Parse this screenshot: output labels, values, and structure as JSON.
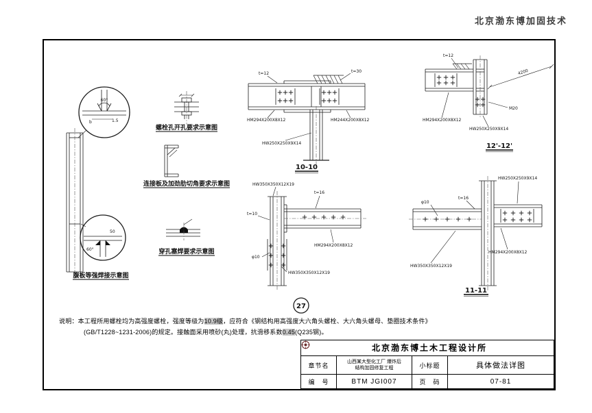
{
  "header": {
    "watermark": "北京渤东博加固技术"
  },
  "weld_panel": {
    "caption": "腹板等强焊接示意图",
    "detail_top": {
      "angle": "60°",
      "width": "b",
      "gap": "1.5"
    },
    "detail_bottom": {
      "length": "50",
      "angle": "60°"
    }
  },
  "requirement_panels": {
    "bolt_hole_caption": "螺栓孔开孔要求示意图",
    "plate_corner_caption": "连接板及加劲肋切角要求示意图",
    "plug_weld_caption": "穿孔塞焊要求示意图"
  },
  "section_10_10": {
    "title": "10-10",
    "dim_left": "t=12",
    "dim_right": "t=30",
    "left_beam": "HM294X200X8X12",
    "right_beam": "HM244X200X8X12",
    "column": "HW250X250X9X14"
  },
  "section_12_12": {
    "title": "12'-12'",
    "diag_dim": "4200",
    "dim_top": "t=12",
    "bolt_label": "M20",
    "beam": "HM294X200X8X12",
    "column": "HW250X250X9X14"
  },
  "section_splice": {
    "upper_column": "HW350X350X12X19",
    "plate_dim": "t=16",
    "stiffener_dim": "t=10",
    "hole_dim": "φ10",
    "beam": "HM294X200X8X12",
    "lower_column": "HW350X350X12X19"
  },
  "section_11_11": {
    "title": "11-11",
    "top_beam": "HW250X250X9X14",
    "plate_dim": "t=16",
    "right_beam": "HM294X200X8X12",
    "column": "HW350X350X12X19",
    "hole_dim": "φ10"
  },
  "callout": {
    "number": "27"
  },
  "notes": {
    "line1_a": "说明：本工程所用螺栓均为高强度螺栓，强度等级为",
    "line1_hl": "10.9级",
    "line1_b": "，应符合《钢结构用高强度大六角头螺栓、大六角头螺母、垫圈技术条件》",
    "line2_a": "(GB/T1228~1231-2006)的规定。接触面采用喷砂(丸)处理，抗滑移系数",
    "line2_hl": "0.45",
    "line2_b": "(Q235钢)。"
  },
  "title_block": {
    "company": "北京渤东博土木工程设计所",
    "chapter_label": "章节名",
    "chapter_line1": "山西某大型化工厂 爆炸后",
    "chapter_line2": "结构加固修复工程",
    "subtitle_label": "小标题",
    "subtitle_value": "具体做法详图",
    "number_label": "编　号",
    "number_value": "BTM JGI007",
    "page_label": "页　码",
    "page_value": "07-81"
  }
}
